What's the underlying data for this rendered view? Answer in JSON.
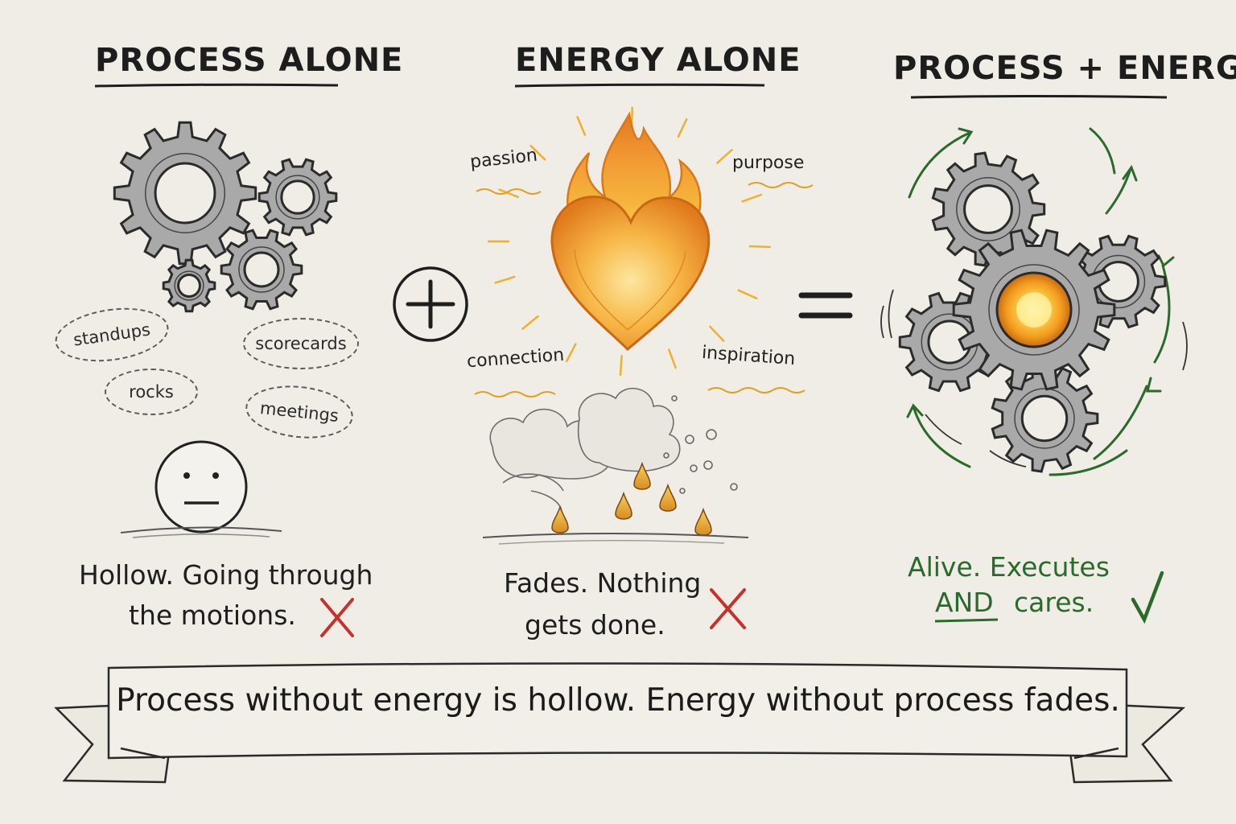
{
  "columns": {
    "process": {
      "title": "PROCESS ALONE",
      "tags": [
        "standups",
        "scorecards",
        "rocks",
        "meetings"
      ],
      "caption_line1": "Hollow. Going through",
      "caption_line2": "the motions.",
      "mark": "cross"
    },
    "energy": {
      "title": "ENERGY ALONE",
      "words": [
        "passion",
        "purpose",
        "connection",
        "inspiration"
      ],
      "caption_line1": "Fades. Nothing",
      "caption_line2": "gets done.",
      "mark": "cross"
    },
    "combined": {
      "title": "PROCESS + ENERGY",
      "caption_line1": "Alive. Executes",
      "caption_and": "AND",
      "caption_rest": "cares.",
      "mark": "check"
    }
  },
  "operators": {
    "plus": "+",
    "equals": "="
  },
  "banner": {
    "text": "Process without energy is hollow. Energy without process fades."
  },
  "colors": {
    "ink": "#1e1e1e",
    "gear": "#a9a9a9",
    "flame_orange": "#f0a23a",
    "flame_yellow": "#f6c642",
    "cross_red": "#c8302a",
    "check_green": "#2a6a2a",
    "paper": "#efede6"
  }
}
